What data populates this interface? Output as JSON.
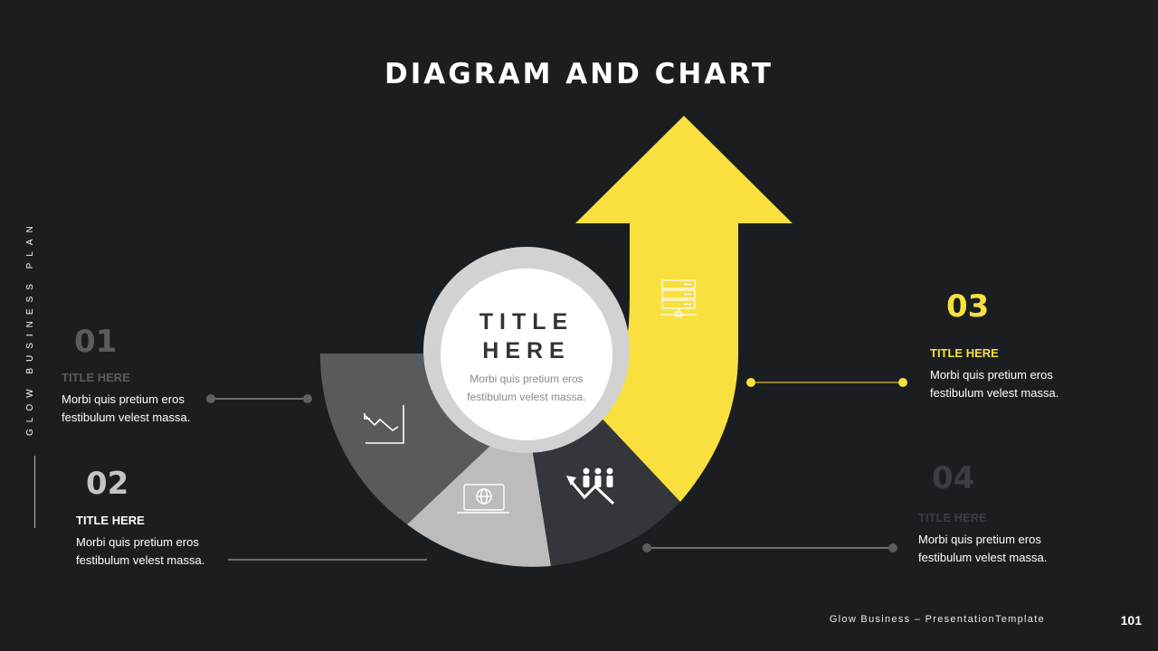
{
  "header": {
    "title": "DIAGRAM AND CHART"
  },
  "side_label": "GLOW BUSINESS PLAN",
  "center": {
    "title_line1": "TITLE",
    "title_line2": "HERE",
    "desc_line1": "Morbi quis pretium eros",
    "desc_line2": "festibulum velest massa."
  },
  "items": [
    {
      "number": "01",
      "title": "TITLE HERE",
      "desc_line1": "Morbi quis pretium eros",
      "desc_line2": "festibulum velest massa.",
      "number_color": "#5a5d60",
      "title_color": "#5a5d60",
      "icon": "declining-chart-icon"
    },
    {
      "number": "02",
      "title": "TITLE HERE",
      "desc_line1": "Morbi quis pretium eros",
      "desc_line2": "festibulum velest massa.",
      "number_color": "#c4c4c4",
      "title_color": "#ffffff",
      "icon": "laptop-globe-icon"
    },
    {
      "number": "03",
      "title": "TITLE HERE",
      "desc_line1": "Morbi quis pretium eros",
      "desc_line2": "festibulum velest massa.",
      "number_color": "#f9e03f",
      "title_color": "#f9e03f",
      "icon": "server-network-icon"
    },
    {
      "number": "04",
      "title": "TITLE HERE",
      "desc_line1": "Morbi quis pretium eros",
      "desc_line2": "festibulum velest massa.",
      "number_color": "#3a3d42",
      "title_color": "#3a3d42",
      "icon": "team-growth-icon"
    }
  ],
  "footer": {
    "text": "Glow Business – PresentationTemplate",
    "page": "101"
  },
  "colors": {
    "background": "#1b1e21",
    "accent": "#f9e03f",
    "segment1": "#585b5e",
    "segment2": "#bcbcbc",
    "segment3": "#33363b"
  }
}
